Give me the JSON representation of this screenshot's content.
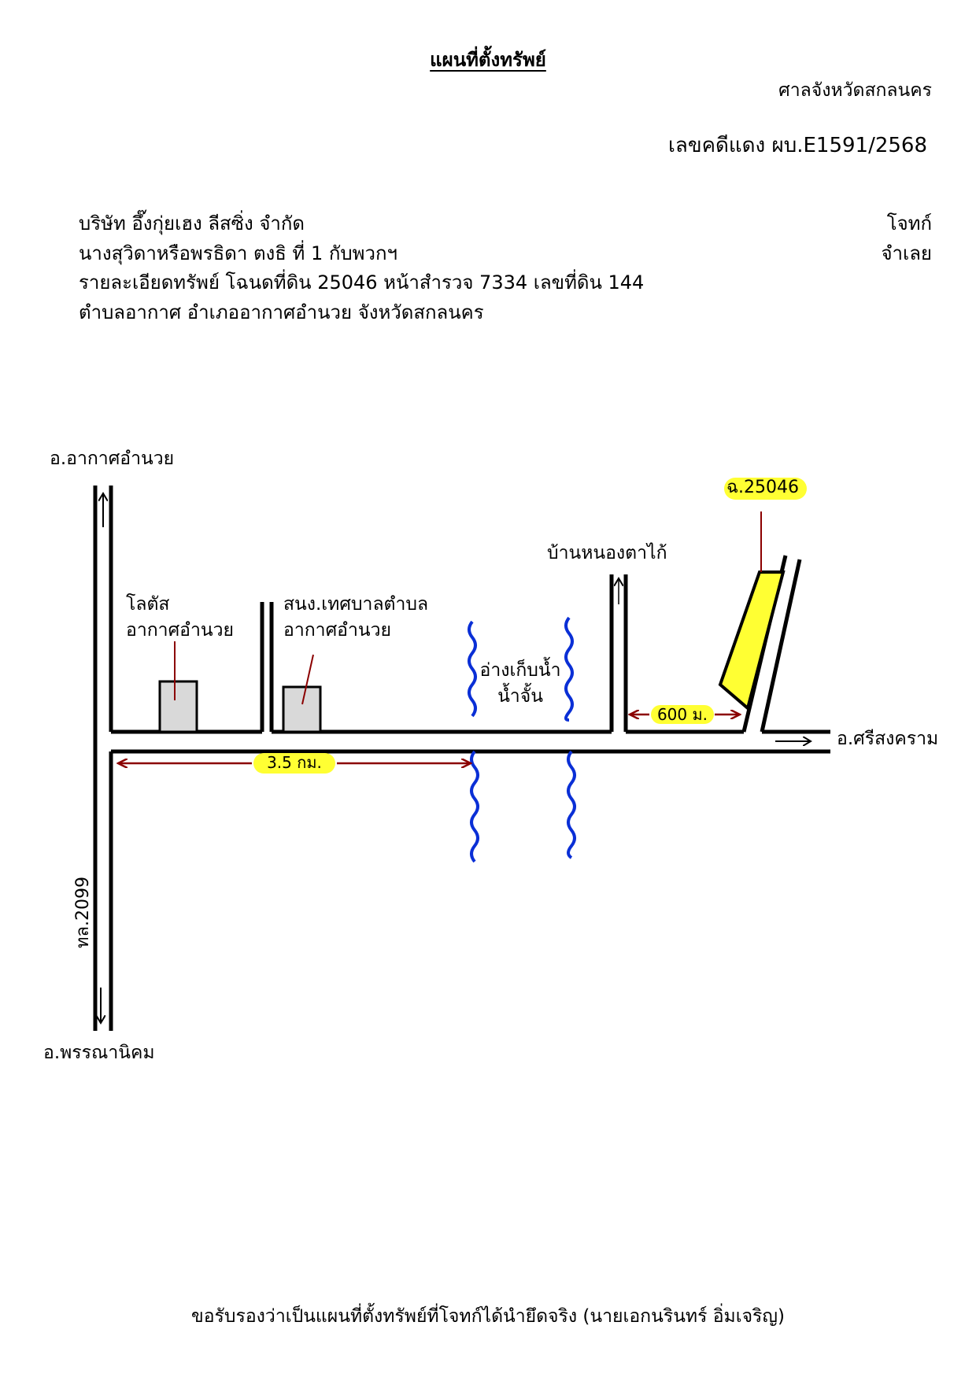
{
  "header": {
    "title": "แผนที่ตั้งทรัพย์",
    "court": "ศาลจังหวัดสกลนคร",
    "case_number": "เลขคดีแดง ผบ.E1591/2568"
  },
  "parties": {
    "plaintiff_name": "บริษัท อึ๊งกุ่ยเฮง ลีสซิ่ง จำกัด",
    "plaintiff_role": "โจทก์",
    "defendant_name": "นางสุวิดาหรือพรธิดา ตงธิ ที่ 1 กับพวกฯ",
    "defendant_role": "จำเลย"
  },
  "property": {
    "detail_line": "รายละเอียดทรัพย์ โฉนดที่ดิน 25046 หน้าสำรวจ 7334 เลขที่ดิน 144",
    "location_line": "ตำบลอากาศ อำเภออากาศอำนวย จังหวัดสกลนคร"
  },
  "map": {
    "label_north": "อ.อากาศอำนวย",
    "label_south": "อ.พรรณานิคม",
    "label_east": "อ.ศรีสงคราม",
    "label_highway": "ทล.2099",
    "label_lotus": "โลตัส\nอากาศอำนวย",
    "label_municipal": "สนง.เทศบาลตำบล\nอากาศอำนวย",
    "label_reservoir": "อ่างเก็บน้ำ\nน้ำจั้น",
    "label_village": "บ้านหนองตาไก้",
    "label_deed": "ฉ.25046",
    "distance_main": "3.5 กม.",
    "distance_branch": "600 ม.",
    "highlight_color": "#ffff33",
    "river_color": "#0a2fd6",
    "dimension_color": "#8b0000",
    "building_fill": "#d9d9d9"
  },
  "footer": {
    "certification": "ขอรับรองว่าเป็นแผนที่ตั้งทรัพย์ที่โจทก์ได้นำยึดจริง (นายเอกนรินทร์ อิ่มเจริญ)"
  }
}
